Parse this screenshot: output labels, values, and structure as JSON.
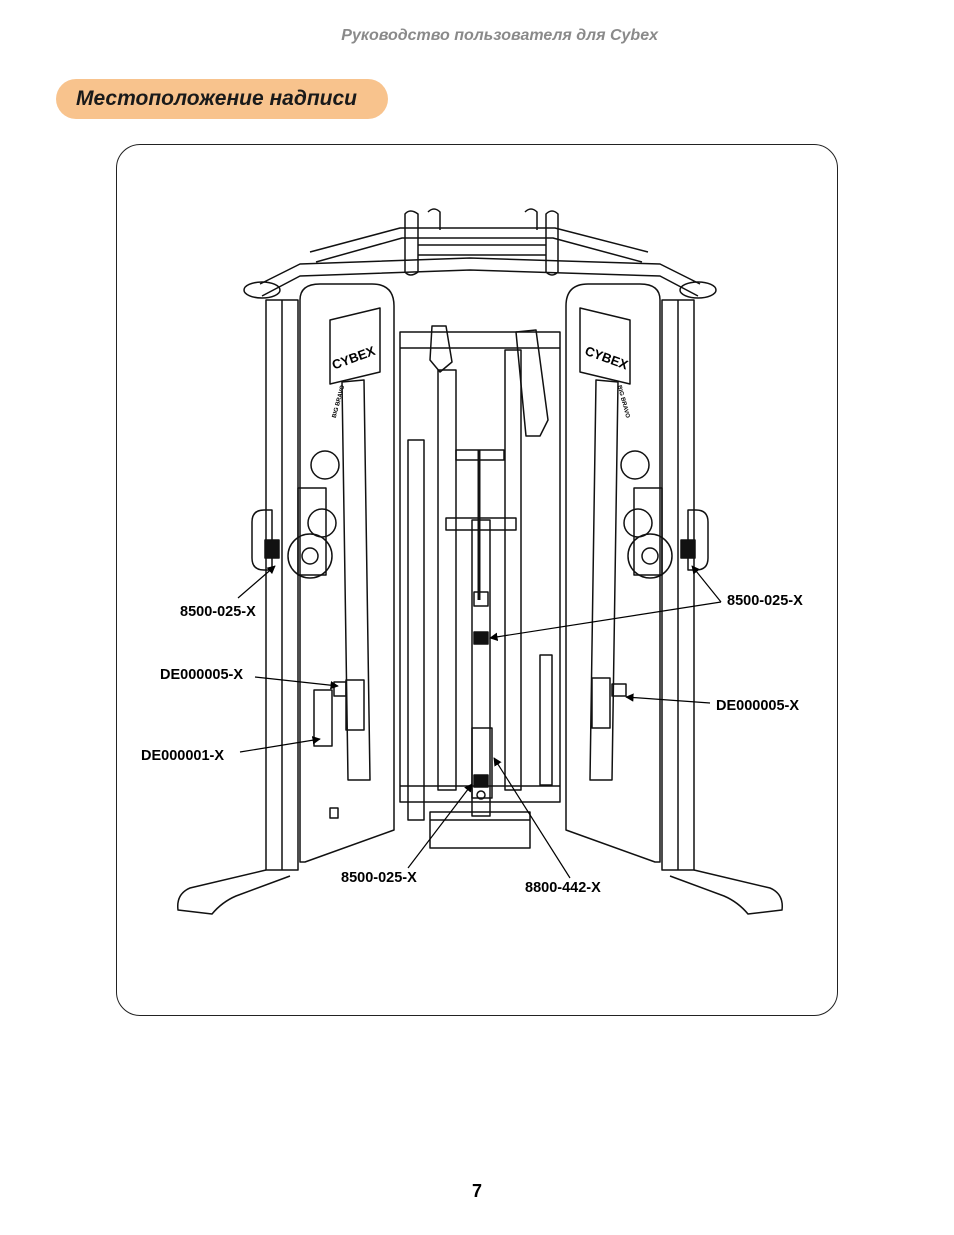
{
  "header": {
    "running_title": "Руководство пользователя для Cybex"
  },
  "section": {
    "title": "Местоположение надписи"
  },
  "figure": {
    "brand_left": "CYBEX",
    "brand_right": "CYBEX",
    "model_left": "BIG BRAVO",
    "model_right": "BIG BRAVO",
    "callouts": {
      "left_upper": "8500-025-X",
      "left_middle": "DE000005-X",
      "left_lower": "DE000001-X",
      "right_upper": "8500-025-X",
      "right_middle": "DE000005-X",
      "bottom_center": "8500-025-X",
      "bottom_right": "8800-442-X"
    }
  },
  "footer": {
    "page_number": "7"
  }
}
